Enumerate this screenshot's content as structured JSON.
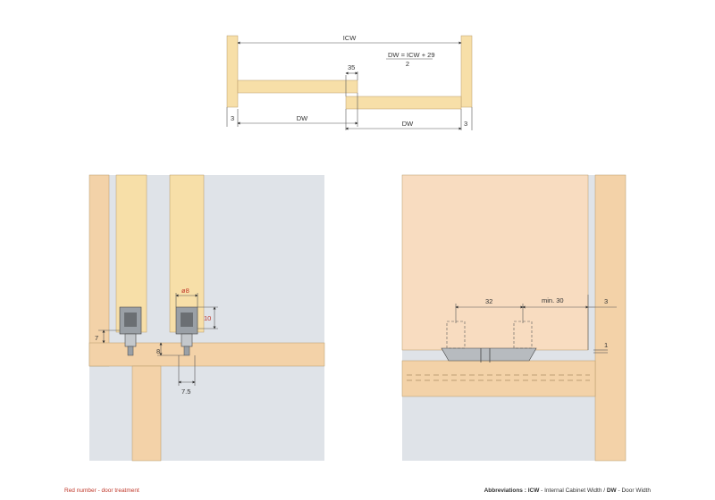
{
  "colors": {
    "wood": "#f7dfa8",
    "wood_dark": "#e8c98a",
    "side_panel": "#f0d4b2",
    "board_side": "#f3d2a8",
    "door_face": "#f8dcc0",
    "wall": "#dfe3e8",
    "metal": "#9aa0a6",
    "metal_dark": "#6b6f73",
    "red": "#c0392b"
  },
  "top_diagram": {
    "icw_label": "ICW",
    "formula_top": "DW = ICW + 29",
    "formula_bottom": "2",
    "overlap_label": "35",
    "gap_left": "3",
    "gap_right": "3",
    "dw_left": "DW",
    "dw_right": "DW"
  },
  "left_detail": {
    "diameter_label": "ø8",
    "height_10": "10",
    "height_7": "7",
    "height_8": "8",
    "width_75": "7.5"
  },
  "right_detail": {
    "spacing_32": "32",
    "min_30": "min. 30",
    "offset_3": "3",
    "offset_1": "1"
  },
  "footer": {
    "left_note": "Red number - door treatment",
    "abbrev_prefix": "Abbreviations : ",
    "icw_abbr": "ICW",
    "icw_text": " - Internal Cabinet Width / ",
    "dw_abbr": "DW",
    "dw_text": " - Door Width"
  }
}
